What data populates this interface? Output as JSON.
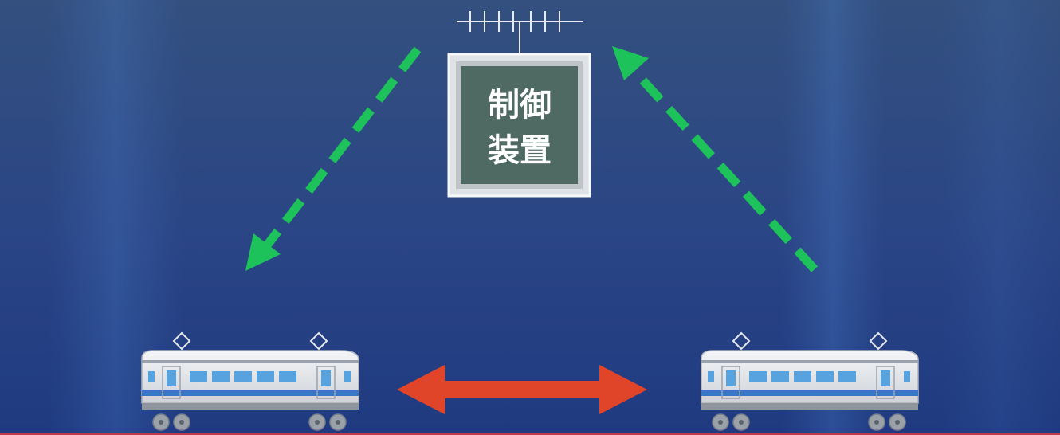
{
  "control_unit": {
    "label_line1": "制御",
    "label_line2": "装置"
  },
  "colors": {
    "background": "#27407a",
    "signal_arrow": "#1ec25a",
    "train_link_arrow": "#e0452a",
    "control_box_fill": "#4f6a63",
    "control_box_frame": "#e6e9ec",
    "ground_line": "#c0394a"
  },
  "icons": {
    "antenna": "antenna-icon",
    "control_box": "control-unit-box",
    "train_left": "train-icon",
    "train_right": "train-icon"
  }
}
